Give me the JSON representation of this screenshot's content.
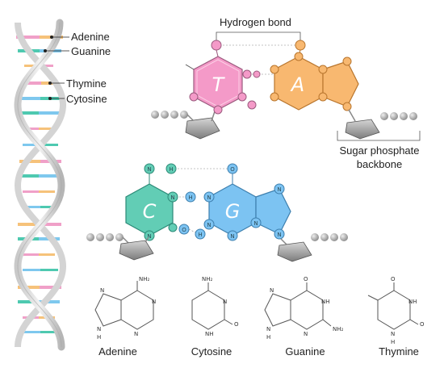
{
  "legend": {
    "adenine": "Adenine",
    "guanine": "Guanine",
    "thymine": "Thymine",
    "cytosine": "Cytosine"
  },
  "labels": {
    "hydrogen_bond": "Hydrogen bond",
    "backbone_line1": "Sugar phosphate",
    "backbone_line2": "backbone"
  },
  "bases": {
    "thymine_letter": "T",
    "adenine_letter": "A",
    "cytosine_letter": "C",
    "guanine_letter": "G"
  },
  "atoms": {
    "n": "N",
    "h": "H",
    "o": "O"
  },
  "structures": {
    "adenine": "Adenine",
    "cytosine": "Cytosine",
    "guanine": "Guanine",
    "thymine": "Thymine",
    "nh2": "NH₂",
    "nh": "NH",
    "n": "N",
    "h": "H",
    "o": "O"
  },
  "colors": {
    "adenine": "#f6b25e",
    "guanine": "#4ec9b0",
    "thymine": "#f0a0c8",
    "cytosine": "#7ec8ee",
    "pink_base": "#f49ac8",
    "orange_base": "#f8b870",
    "teal_base": "#62cdb5",
    "blue_base": "#7cc3f2",
    "backbone": "#9a9a9a"
  }
}
